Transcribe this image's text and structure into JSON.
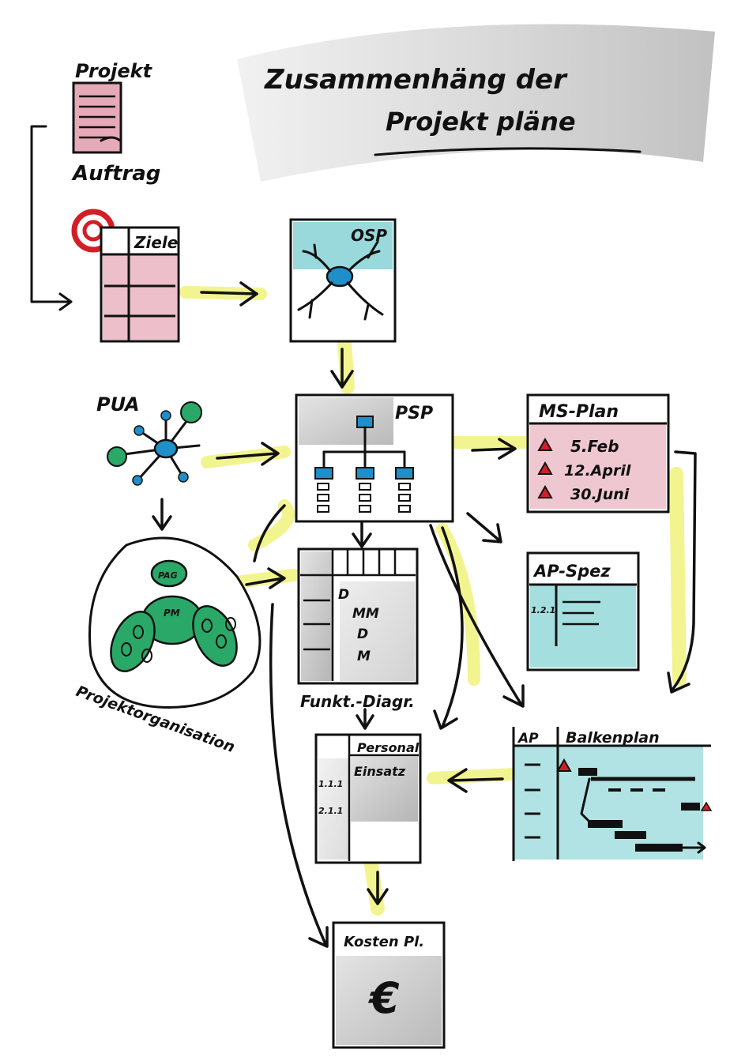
{
  "title": {
    "line1": "Zusammenhäng der",
    "line2": "Projekt pläne"
  },
  "auftrag": {
    "label_top": "Projekt",
    "label_bottom": "Auftrag"
  },
  "ziele": {
    "label": "Ziele"
  },
  "osp": {
    "label": "OSP"
  },
  "psp": {
    "label": "PSP"
  },
  "pua": {
    "label": "PUA"
  },
  "orga": {
    "label": "Projektorganisation",
    "pag": "PAG",
    "pm": "PM"
  },
  "ms_plan": {
    "label": "MS-Plan",
    "items": [
      "5.Feb",
      "12.April",
      "30.Juni"
    ]
  },
  "ap_spez": {
    "label": "AP-Spez",
    "row": "1.2.1"
  },
  "funkt": {
    "label": "Funkt.-Diagr.",
    "cells": [
      "D",
      "MM",
      "D",
      "M"
    ]
  },
  "balken": {
    "col1": "AP",
    "label": "Balkenplan"
  },
  "personal": {
    "label1": "Personal",
    "label2": "Einsatz",
    "rows": [
      "1.1.1",
      "2.1.1"
    ]
  },
  "kosten": {
    "label": "Kosten Pl.",
    "symbol": "€"
  },
  "colors": {
    "highlight": "#eef06a",
    "teal": "#7fd0d2",
    "pink": "#e6a9b8",
    "green": "#2aa868",
    "blue": "#1f8fc9",
    "red": "#d21f26",
    "gray": "#9a9a9a"
  }
}
